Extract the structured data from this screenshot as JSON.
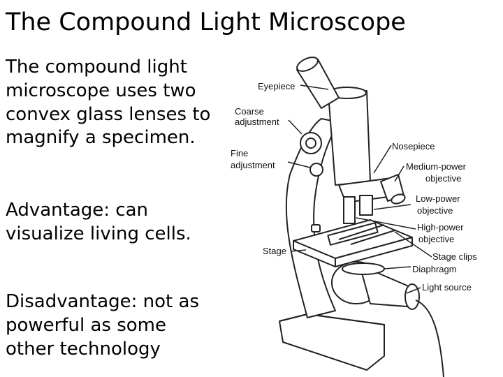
{
  "slide": {
    "title": "The Compound Light Microscope",
    "bullets": [
      "The compound light microscope uses two convex glass lenses to magnify a specimen.",
      "Advantage:  can visualize living cells.",
      "Disadvantage:  not as powerful as some other technology"
    ]
  },
  "diagram": {
    "labels": {
      "eyepiece": "Eyepiece",
      "coarse_1": "Coarse",
      "coarse_2": "adjustment",
      "fine_1": "Fine",
      "fine_2": "adjustment",
      "nosepiece": "Nosepiece",
      "medium_1": "Medium-power",
      "medium_2": "objective",
      "low_1": "Low-power",
      "low_2": "objective",
      "high_1": "High-power",
      "high_2": "objective",
      "stage": "Stage",
      "stage_clips": "Stage clips",
      "diaphragm": "Diaphragm",
      "light_source": "Light source"
    }
  }
}
